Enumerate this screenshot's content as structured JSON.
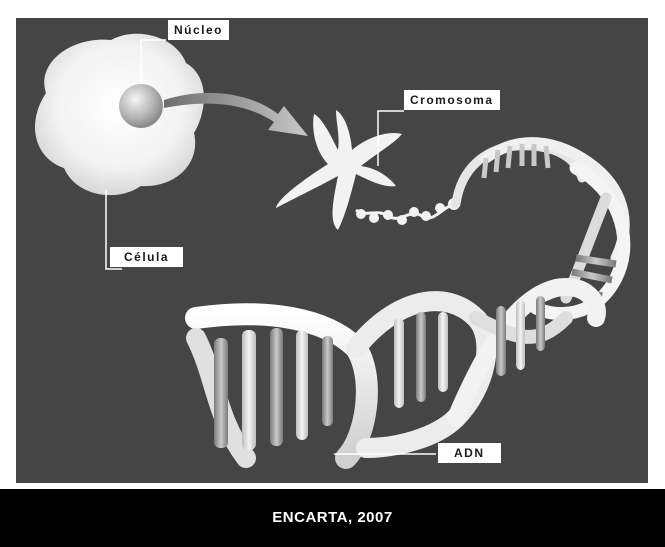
{
  "labels": {
    "nucleus": "Núcleo",
    "chromosome": "Cromosoma",
    "cell": "Célula",
    "dna": "ADN"
  },
  "caption": "ENCARTA, 2007",
  "colors": {
    "background": "#454545",
    "frame": "#ffffff",
    "footer": "#000000"
  }
}
